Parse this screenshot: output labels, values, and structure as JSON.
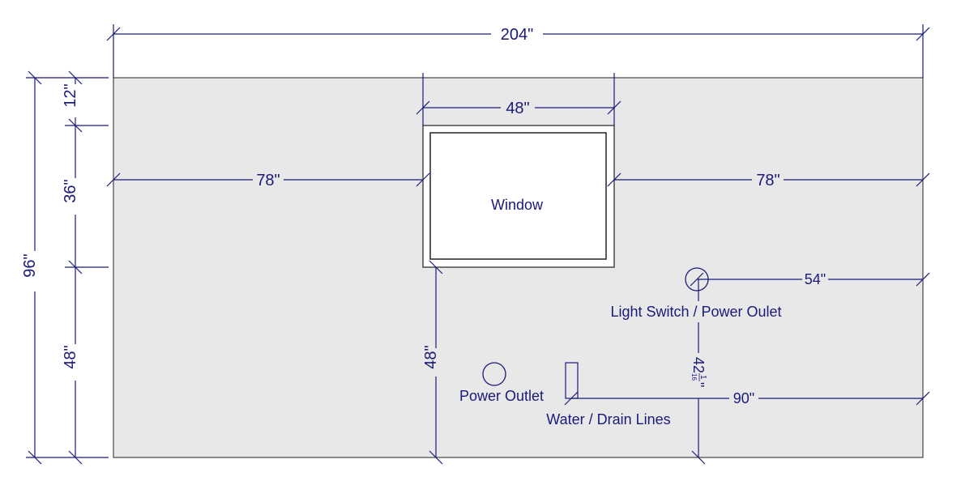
{
  "colors": {
    "line": "#1a1a7a",
    "wall": "#e8e8e8",
    "outline": "#222222"
  },
  "dimensions": {
    "overall_width": "204\"",
    "overall_height": "96\"",
    "top_gap": "12\"",
    "window_height": "36\"",
    "sill_height": "48\"",
    "window_width": "48\"",
    "left_offset": "78\"",
    "right_offset": "78\"",
    "window_to_floor": "48\"",
    "switch_from_right": "54\"",
    "switch_height_whole": "42",
    "switch_height_num": "1",
    "switch_height_den": "16",
    "switch_height_inch": "\"",
    "water_from_right": "90\""
  },
  "labels": {
    "window": "Window",
    "light_switch": "Light Switch / Power Oulet",
    "power_outlet": "Power Outlet",
    "water": "Water / Drain Lines"
  }
}
